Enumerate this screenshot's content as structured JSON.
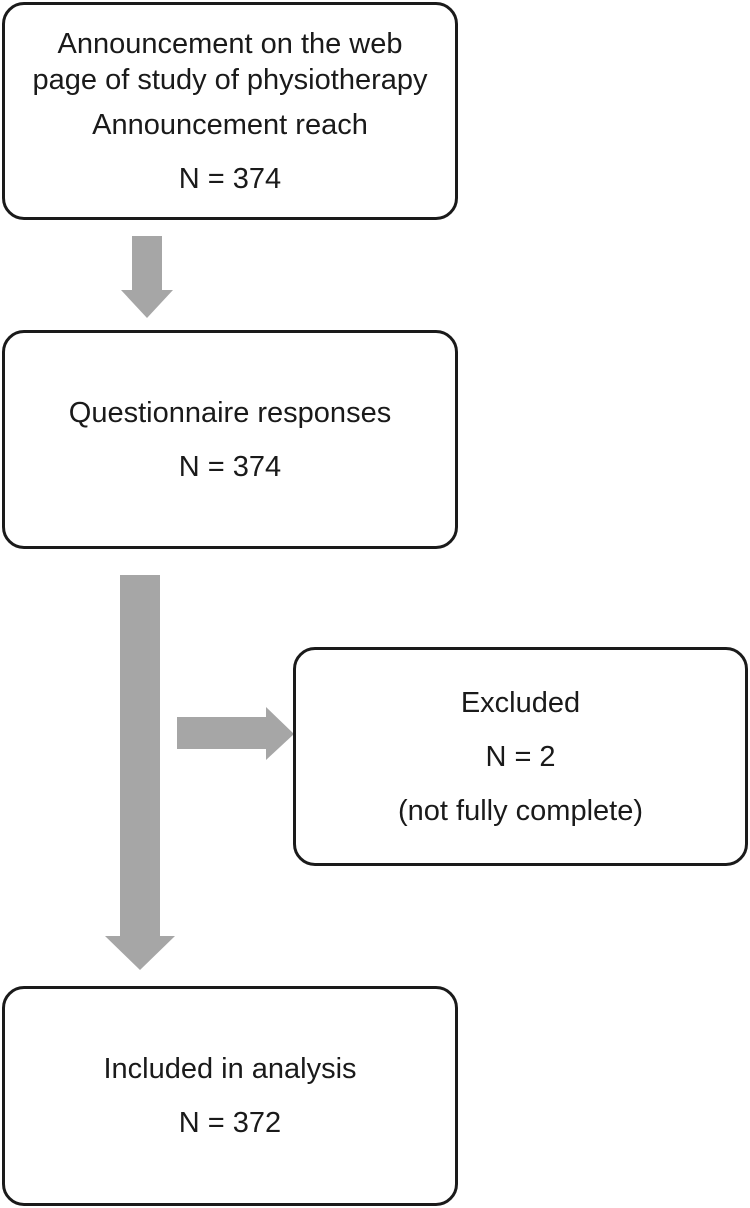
{
  "colors": {
    "arrow": "#a6a6a6",
    "border": "#1a1a1a",
    "text": "#1a1a1a",
    "background": "#ffffff"
  },
  "boxes": {
    "announcement": {
      "line1": "Announcement on the web",
      "line2": "page of study of physiotherapy",
      "line3": "Announcement reach",
      "count": "N = 374"
    },
    "responses": {
      "label": "Questionnaire responses",
      "count": "N = 374"
    },
    "excluded": {
      "label": "Excluded",
      "count": "N = 2",
      "note": "(not fully complete)"
    },
    "included": {
      "label": "Included in analysis",
      "count": "N = 372"
    }
  },
  "arrows": [
    {
      "from": "announcement",
      "to": "responses",
      "direction": "down"
    },
    {
      "from": "responses",
      "to": "included",
      "direction": "down"
    },
    {
      "from": "responses",
      "to": "excluded",
      "direction": "right"
    }
  ]
}
